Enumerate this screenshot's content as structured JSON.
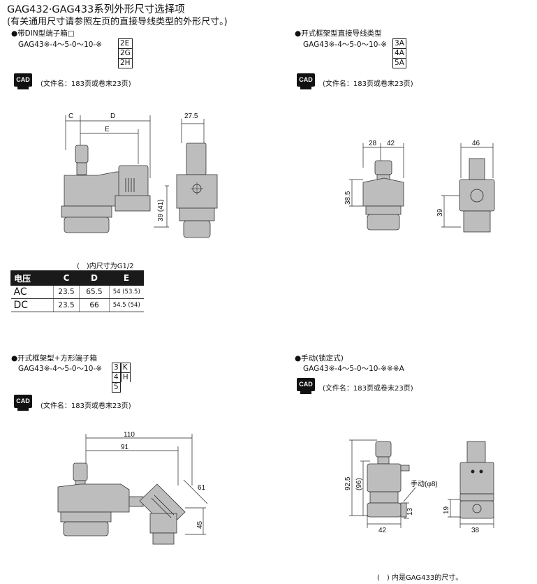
{
  "header": {
    "title": "GAG432·GAG433系列外形尺寸选择项",
    "subtitle": "(有关通用尺寸请参照左页的直接导线类型的外形尺寸。)"
  },
  "cad_label": "CAD",
  "sections": {
    "din": {
      "title": "●带DIN型端子箱□",
      "model": "GAG43※-4～5-0～10-※",
      "options": [
        "2E",
        "2G",
        "2H"
      ],
      "file_note": "(文件名：183页或卷末23页)",
      "dims": {
        "c": "C",
        "d": "D",
        "e": "E",
        "w": "27.5",
        "h": "39 (41)"
      },
      "table_note": "(　)内尺寸为G1/2"
    },
    "open_frame": {
      "title": "●开式框架型直接导线类型",
      "model": "GAG43※-4～5-0～10-※",
      "options": [
        "3A",
        "4A",
        "5A"
      ],
      "file_note": "(文件名：183页或卷末23页)",
      "dims": {
        "a": "28",
        "b": "42",
        "c": "46",
        "h1": "38.5",
        "h2": "39"
      }
    },
    "square": {
      "title": "●开式框架型+方形端子箱",
      "model": "GAG43※-4～5-0～10-※",
      "options": [
        "3",
        "4",
        "5"
      ],
      "options_b": [
        "K",
        "H",
        ""
      ],
      "file_note": "(文件名：183页或卷末23页)",
      "dims": {
        "a": "110",
        "b": "91",
        "c": "61",
        "h": "45"
      }
    },
    "manual": {
      "title": "●手动(锁定式)",
      "model": "GAG43※-4～5-0～10-※※※A",
      "file_note": "(文件名：183页或卷末23页)",
      "dims": {
        "h1": "92.5",
        "h2": "(96)",
        "w1": "42",
        "w2": "38",
        "v1": "13",
        "v2": "19",
        "manual": "手动(φ8)"
      }
    }
  },
  "voltage_table": {
    "headers": [
      "电压",
      "C",
      "D",
      "E"
    ],
    "rows": [
      {
        "label": "AC",
        "c": "23.5",
        "d": "65.5",
        "e": "54 (53.5)"
      },
      {
        "label": "DC",
        "c": "23.5",
        "d": "66",
        "e": "54.5 (54)"
      }
    ]
  },
  "footnote": "(　) 内是GAG433的尺寸。"
}
